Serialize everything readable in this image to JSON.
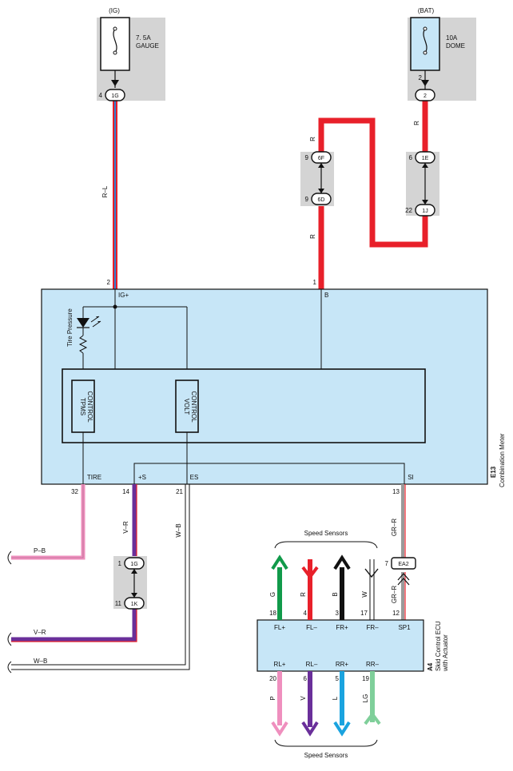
{
  "fuses": {
    "ig": {
      "source": "(IG)",
      "rating": "7. 5A",
      "name": "GAUGE"
    },
    "bat": {
      "source": "(BAT)",
      "rating": "10A",
      "name": "DOME"
    }
  },
  "connectors": {
    "c1G_top": {
      "code": "1G",
      "pin": "4"
    },
    "c2": {
      "code": "2",
      "pin": "2"
    },
    "c6F": {
      "code": "6F",
      "pin": "9"
    },
    "c6D": {
      "code": "6D",
      "pin": "9"
    },
    "c1E": {
      "code": "1E",
      "pin": "6"
    },
    "c1J": {
      "code": "1J",
      "pin": "22"
    },
    "c1G_low": {
      "code": "1G",
      "pin": "1"
    },
    "c1K": {
      "code": "1K",
      "pin": "11"
    },
    "cEA2": {
      "code": "EA2",
      "pin": "7"
    }
  },
  "wire_colors": {
    "r_l": "R–L",
    "r": "R",
    "v_r": "V–R",
    "w_b": "W–B",
    "p_b": "P–B",
    "gr_r": "GR–R",
    "g": "G",
    "w": "W",
    "p": "P",
    "v": "V",
    "l": "L",
    "lg": "LG"
  },
  "meter": {
    "code": "E13",
    "name": "Combination Meter",
    "ig_pin": "2",
    "ig_label": "IG+",
    "b_pin": "1",
    "b_label": "B",
    "tire_pressure": "Tire Pressure",
    "tpms": "TPMS\nCONTROL",
    "tpms_line1": "TPMS",
    "tpms_line2": "CONTROL",
    "volt_line1": "VOLT",
    "volt_line2": "CONTROL",
    "tire_label": "TIRE",
    "tire_pin": "32",
    "s_label": "+S",
    "s_pin": "14",
    "es_label": "ES",
    "es_pin": "21",
    "si_label": "SI",
    "si_pin": "13"
  },
  "ecu": {
    "code": "A4",
    "name1": "Skid Control ECU",
    "name2": "with Actuator",
    "speed_sensors": "Speed Sensors",
    "top_pins": [
      {
        "label": "FL+",
        "pin": "18",
        "wire": "G"
      },
      {
        "label": "FL–",
        "pin": "4",
        "wire": "R"
      },
      {
        "label": "FR+",
        "pin": "3",
        "wire": "B"
      },
      {
        "label": "FR–",
        "pin": "17",
        "wire": "W"
      },
      {
        "label": "SP1",
        "pin": "12",
        "wire": "GR–R"
      }
    ],
    "bottom_pins": [
      {
        "label": "RL+",
        "pin": "20",
        "wire": "P"
      },
      {
        "label": "RL–",
        "pin": "6",
        "wire": "V"
      },
      {
        "label": "RR+",
        "pin": "5",
        "wire": "L"
      },
      {
        "label": "RR–",
        "pin": "19",
        "wire": "LG"
      }
    ]
  },
  "offpage": {
    "p_b": "P–B",
    "v_r": "V–R",
    "w_b": "W–B"
  },
  "colors": {
    "red": "#e8202a",
    "blue": "#2e7fd0",
    "pink": "#ef8fbe",
    "purple": "#6a2f9a",
    "green": "#119a4a",
    "black": "#111111",
    "cyan": "#1aa3df",
    "lightgreen": "#7fcf9a",
    "meter_fill": "#c7e6f7",
    "connector_bg": "#d4d4d4"
  }
}
